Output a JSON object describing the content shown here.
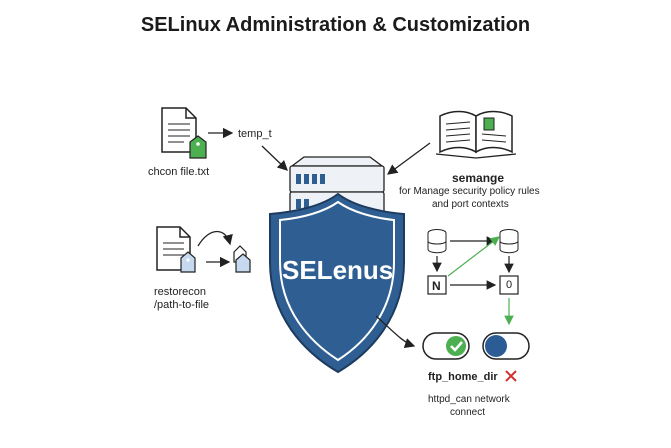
{
  "title": "SELinux Administration & Customization",
  "chcon": {
    "arrow_label": "temp_t",
    "caption": "chcon file.txt"
  },
  "restorecon": {
    "caption_line1": "restorecon",
    "caption_line2": "/path-to-file"
  },
  "semanage": {
    "title": "semange",
    "desc_line1": "for Manage security policy rules",
    "desc_line2": "and port contexts"
  },
  "shield": {
    "label": "SELenus"
  },
  "flow": {
    "node_n": "N",
    "node_0": "0"
  },
  "booleans": {
    "name": "ftp_home_dir",
    "status_icon": "x-icon",
    "desc_line1": "httpd_can network",
    "desc_line2": "connect"
  },
  "colors": {
    "shield_blue": "#2f5f92",
    "green": "#4caf50",
    "red": "#d32f2f",
    "toggle_blue": "#2b5c95"
  }
}
